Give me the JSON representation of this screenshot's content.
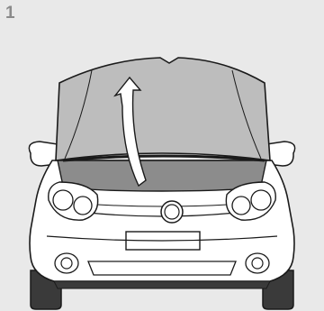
{
  "step": {
    "number": "1"
  },
  "figure": {
    "subject": "car-front-view-open-bonnet",
    "arrow": "up-curved-arrow",
    "colors": {
      "background": "#e9e9e9",
      "body": "#ffffff",
      "bonnet": "#bdbdbd",
      "engine_bay": "#8c8c8c",
      "tire": "#3a3a3a",
      "outline": "#1a1a1a"
    }
  }
}
